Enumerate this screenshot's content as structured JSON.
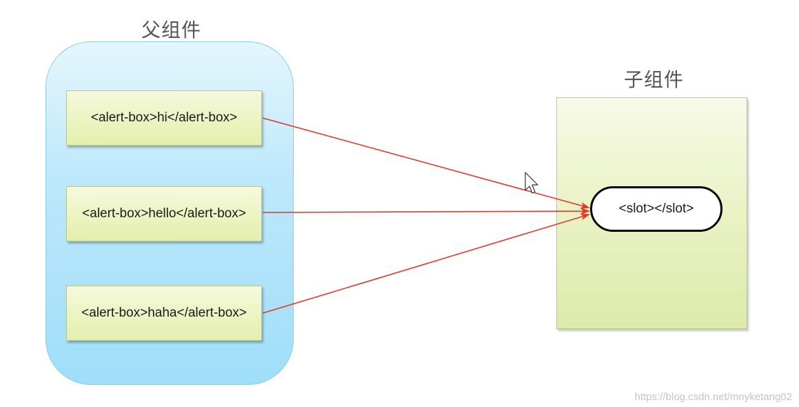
{
  "parent": {
    "title": "父组件",
    "items": [
      {
        "label": "<alert-box>hi</alert-box>"
      },
      {
        "label": "<alert-box>hello</alert-box>"
      },
      {
        "label": "<alert-box>haha</alert-box>"
      }
    ]
  },
  "child": {
    "title": "子组件",
    "slot_label": "<slot></slot>"
  },
  "colors": {
    "arrow": "#e8352a",
    "parent_fill": "#b3e5fc",
    "child_fill": "#e6f0bc",
    "box_fill": "#e8f1b6"
  },
  "watermark": "https://blog.csdn.net/mnyketang02"
}
